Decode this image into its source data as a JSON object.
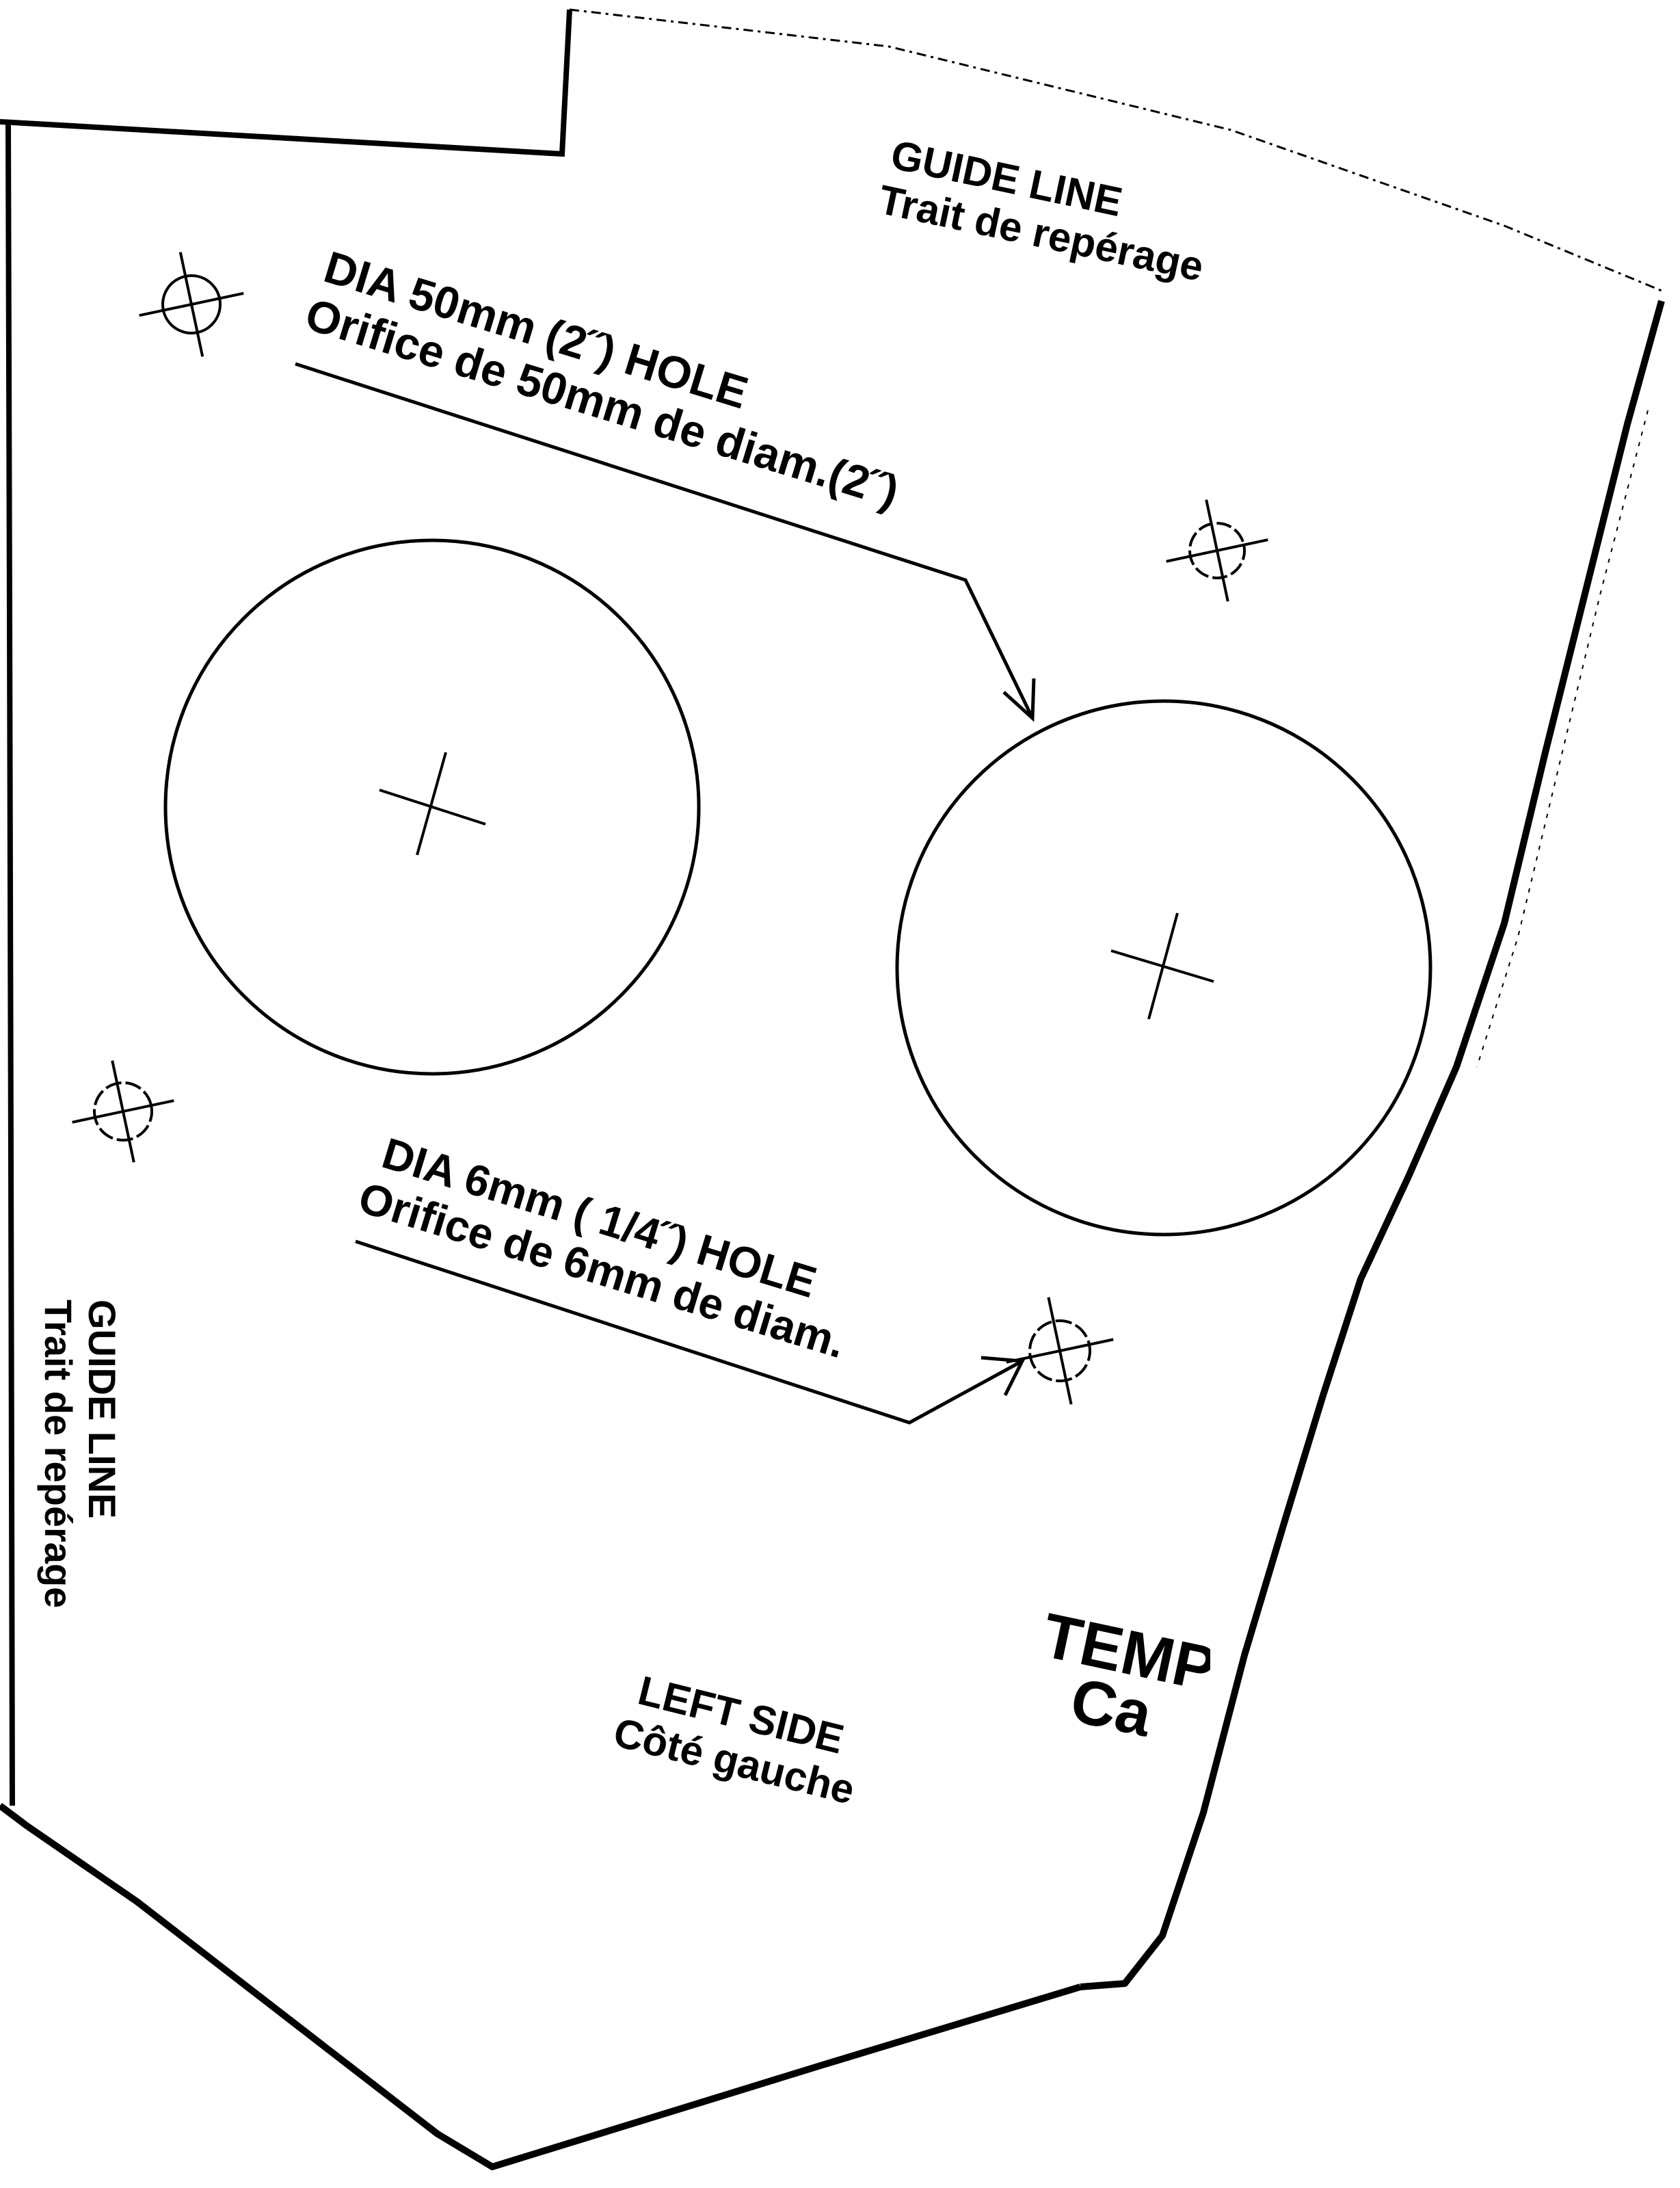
{
  "guide_line_top": {
    "line1": "GUIDE LINE",
    "line2": "Trait de repérage"
  },
  "guide_line_left": {
    "line1": "GUIDE LINE",
    "line2": "Trait de repérage"
  },
  "hole_large": {
    "line1": "DIA 50mm (2˝) HOLE",
    "line2": "Orifice de 50mm de diam.(2˝)"
  },
  "hole_small": {
    "line1": "DIA 6mm ( 1/4˝) HOLE",
    "line2": "Orifice de 6mm de diam."
  },
  "left_side": {
    "line1": "LEFT SIDE",
    "line2": "Côté gauche"
  },
  "template_cut": {
    "line1": "TEMP",
    "line2": "Ca"
  },
  "colors": {
    "ink": "#000000",
    "paper": "#ffffff"
  }
}
